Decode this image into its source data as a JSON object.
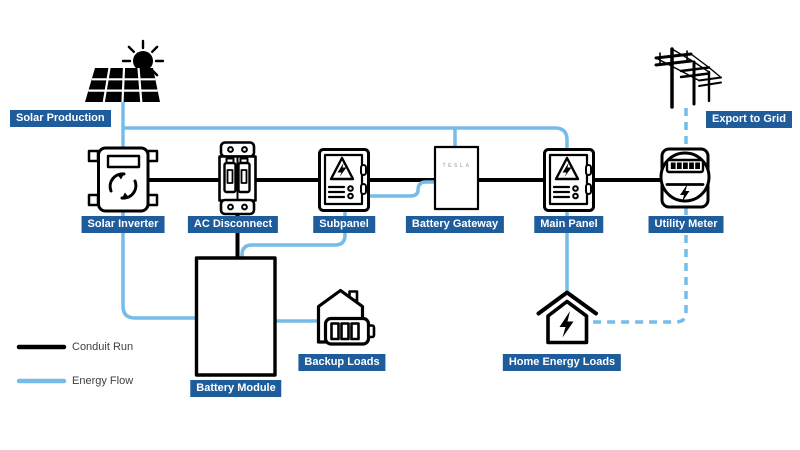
{
  "background": "#FFFFFF",
  "colors": {
    "background": "#FFFFFF",
    "label_bg": "#1E5C9C",
    "label_text": "#FFFFFF",
    "conduit": "#000000",
    "energy": "#76BCE9",
    "legend_text": "#3F3F3F",
    "brand": "#BBBBBB"
  },
  "labels": {
    "solar_production": "Solar Production",
    "solar_inverter": "Solar Inverter",
    "ac_disconnect": "AC Disconnect",
    "subpanel": "Subpanel",
    "battery_gateway": "Battery Gateway",
    "main_panel": "Main Panel",
    "utility_meter": "Utility Meter",
    "export_to_grid": "Export to Grid",
    "battery_module": "Battery Module",
    "backup_loads": "Backup Loads",
    "home_energy_loads": "Home Energy Loads"
  },
  "battery_gateway_brand": "TESLA",
  "legend": {
    "conduit_run": "Conduit Run",
    "energy_flow": "Energy Flow"
  }
}
